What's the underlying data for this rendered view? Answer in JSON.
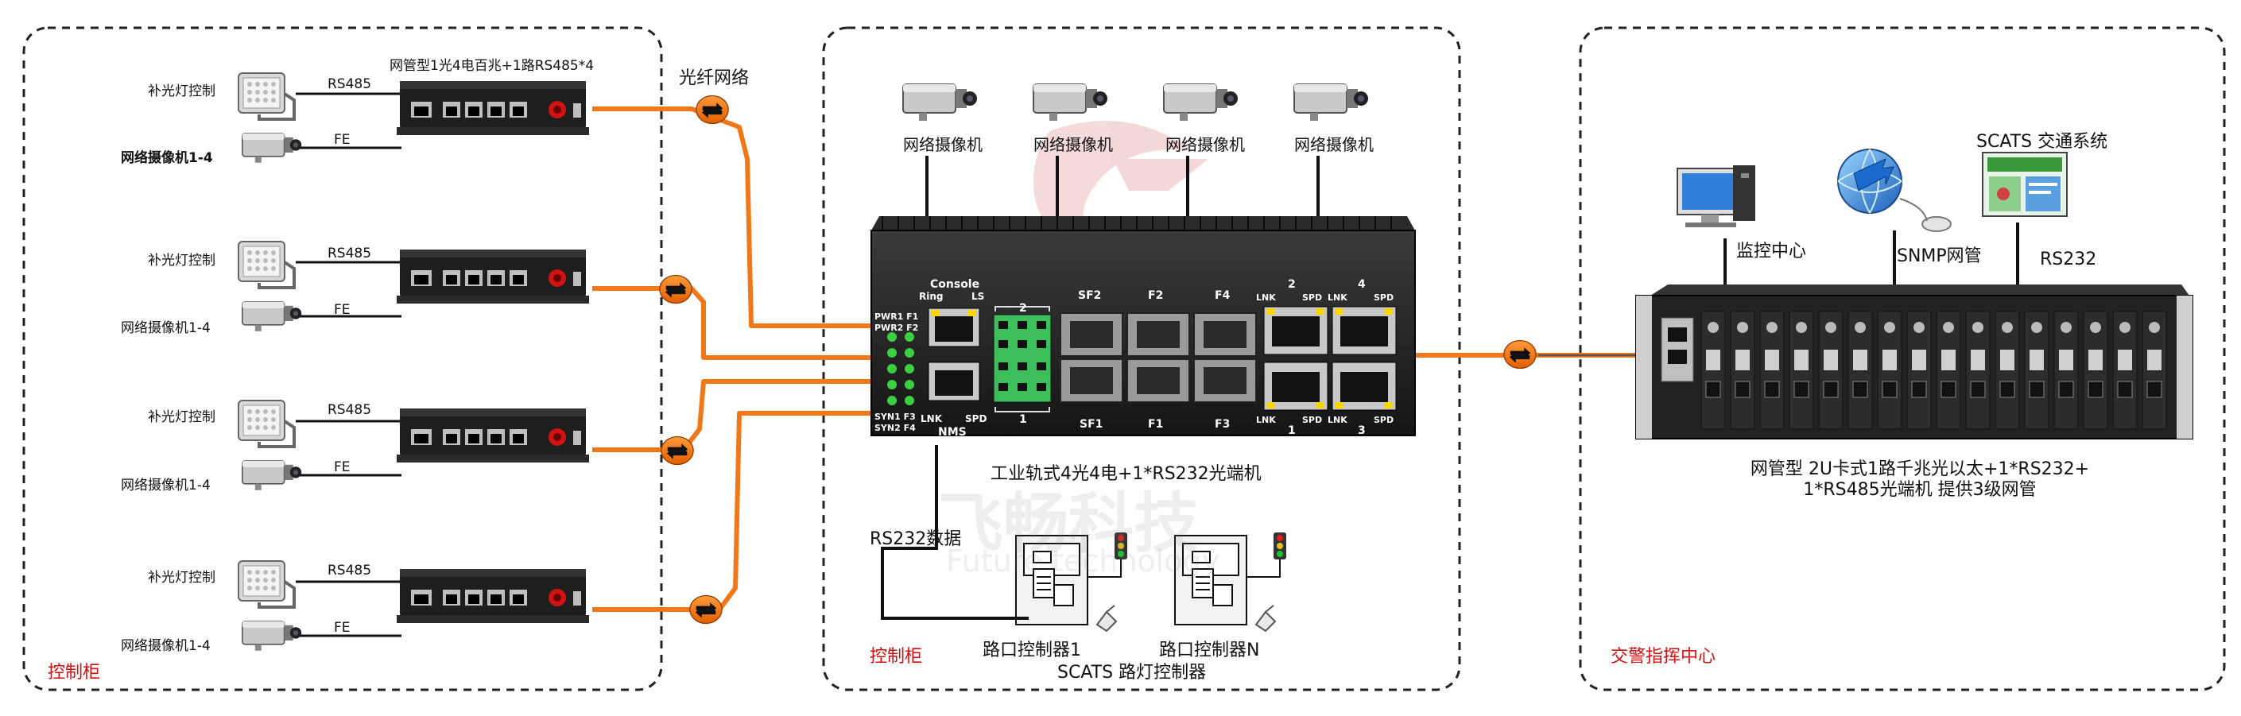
{
  "left_panel": {
    "cabinet_label": "控制柜",
    "top_title": "网管型1光4电百兆+1路RS485*4",
    "fiber_label": "光纤网络",
    "groups": [
      {
        "light_label": "补光灯控制",
        "rs485": "RS485",
        "camera_label": "网络摄像机1-4",
        "fe": "FE"
      },
      {
        "light_label": "补光灯控制",
        "rs485": "RS485",
        "camera_label": "网络摄像机1-4",
        "fe": "FE"
      },
      {
        "light_label": "补光灯控制",
        "rs485": "RS485",
        "camera_label": "网络摄像机1-4",
        "fe": "FE"
      },
      {
        "light_label": "补光灯控制",
        "rs485": "RS485",
        "camera_label": "网络摄像机1-4",
        "fe": "FE"
      }
    ]
  },
  "middle_panel": {
    "cabinet_label": "控制柜",
    "cameras": [
      "网络摄像机",
      "网络摄像机",
      "网络摄像机",
      "网络摄像机"
    ],
    "switch_title": "工业轨式4光4电+1*RS232光端机",
    "panel": {
      "console": "Console",
      "ring": "Ring",
      "ls": "LS",
      "pwr1": "PWR1 F1",
      "pwr2": "PWR2 F2",
      "syn1": "SYN1 F3",
      "syn2": "SYN2 F4",
      "lnk": "LNK",
      "spd": "SPD",
      "nms": "NMS",
      "term_top": "2",
      "term_bottom": "1",
      "sf2": "SF2",
      "sf1": "SF1",
      "f2": "F2",
      "f1": "F1",
      "f4": "F4",
      "f3": "F3",
      "port2": "2",
      "port4": "4",
      "port1": "1",
      "port3": "3"
    },
    "rs232_data": "RS232数据",
    "controller1": "路口控制器1",
    "controllerN": "路口控制器N",
    "controllers_caption": "SCATS 路灯控制器"
  },
  "right_panel": {
    "center_label": "交警指挥中心",
    "monitor": "监控中心",
    "snmp": "SNMP网管",
    "scats": "SCATS 交通系统",
    "rs232": "RS232",
    "chassis_line1": "网管型 2U卡式1路千兆光以太+1*RS232+",
    "chassis_line2": "1*RS485光端机 提供3级网管"
  },
  "watermark": {
    "cn": "飞畅科技",
    "en": "Future technology"
  },
  "colors": {
    "fiber": "#f07818",
    "cable": "#111111",
    "cabinet_border": "#222222",
    "label_red": "#d01010",
    "device_dark": "#1a1a1a"
  }
}
